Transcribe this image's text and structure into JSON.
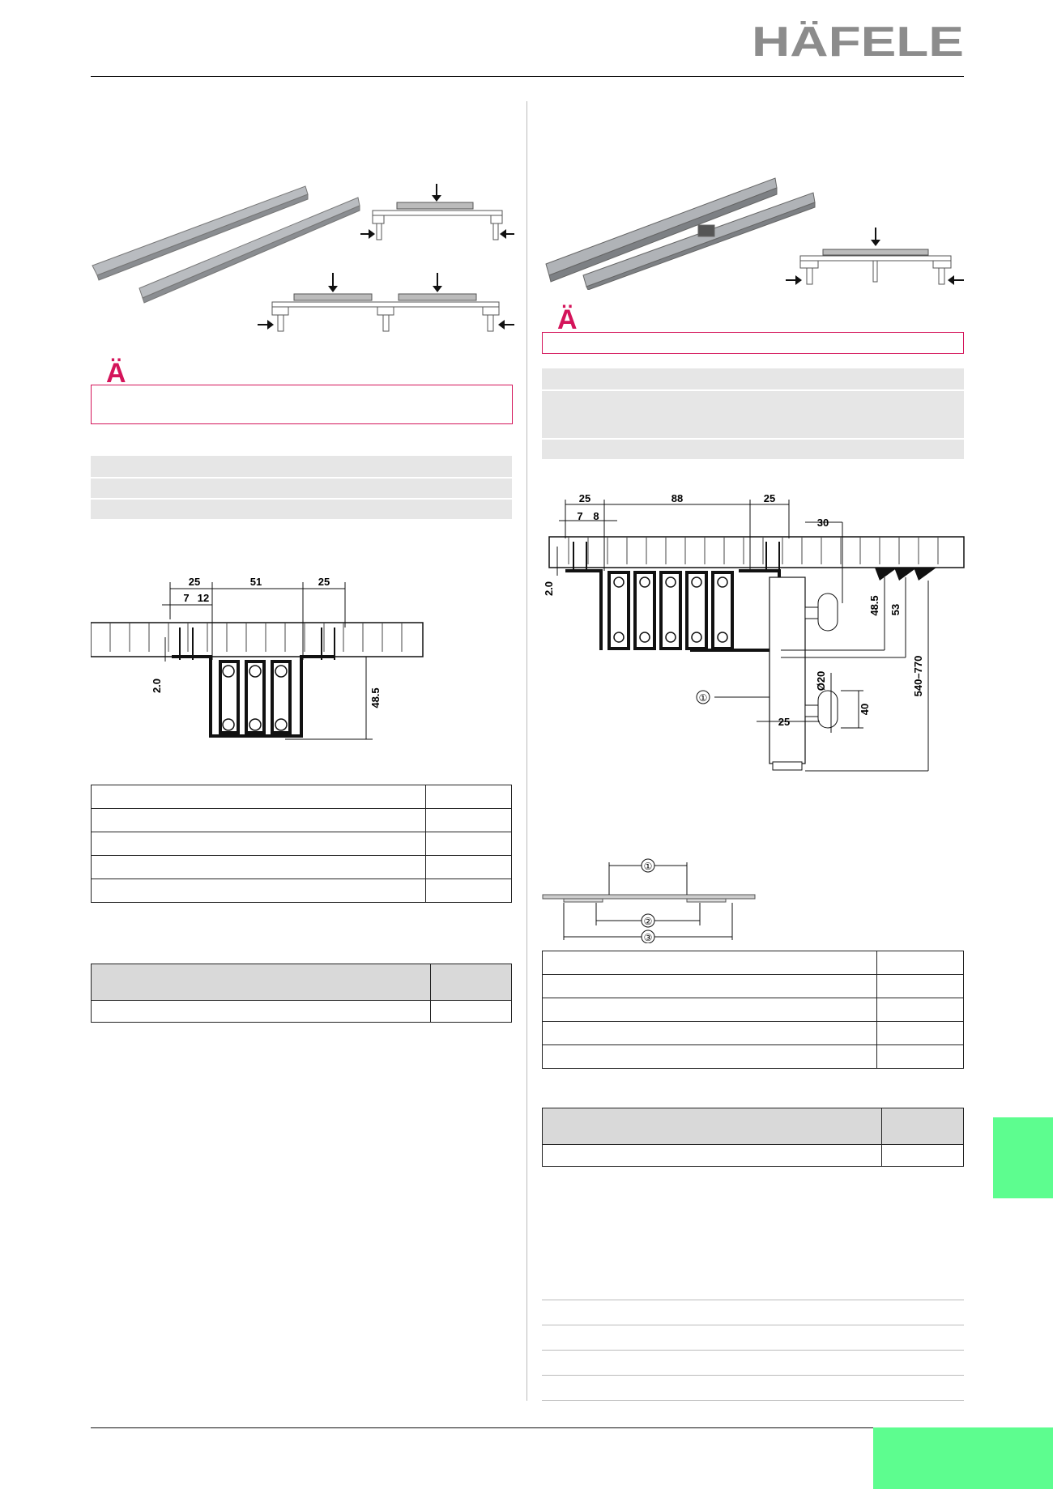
{
  "brand": {
    "logo_text": "HÄFELE",
    "accent_color": "#d4145a",
    "logo_gray": "#8c8c8c",
    "tab_color": "#5dfd8f"
  },
  "notes": {
    "left_icon": "Ä",
    "right_icon": "Ä"
  },
  "left_drawing": {
    "dims_top": [
      "25",
      "51",
      "25"
    ],
    "dims_second": [
      "7",
      "12"
    ],
    "dim_vertical_left": "2.0",
    "dim_height": "48.5"
  },
  "right_drawing": {
    "dims_top": [
      "25",
      "88",
      "25"
    ],
    "dims_second": [
      "7",
      "8"
    ],
    "dim_offset": "30",
    "dim_vertical_left": "2.0",
    "dim_height_1": "48.5",
    "dim_height_2": "53",
    "dim_range": "540–770",
    "dim_diameter": "Ø20",
    "dim_40": "40",
    "dim_25": "25",
    "callout": "①"
  },
  "right_small_drawing": {
    "callouts": [
      "①",
      "②",
      "③"
    ]
  }
}
